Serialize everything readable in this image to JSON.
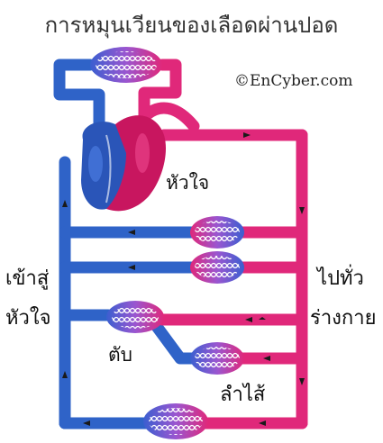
{
  "title": "การหมุนเวียนของเลือดผ่านปอด",
  "credit": "©EnCyber.com",
  "labels": {
    "heart": "หัวใจ",
    "to_heart_1": "เข้าสู่",
    "to_heart_2": "หัวใจ",
    "to_body_1": "ไปทั่ว",
    "to_body_2": "ร่างกาย",
    "valve": "ตับ",
    "intestine": "ลำไส้"
  },
  "colors": {
    "venous_blue": "#2f63c8",
    "arterial_pink": "#e0287a",
    "capillary_purple": "#8a4cc0"
  }
}
